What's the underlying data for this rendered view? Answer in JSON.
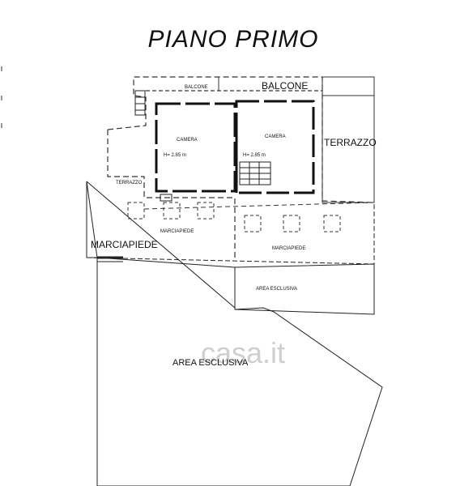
{
  "title": "PIANO PRIMO",
  "rooms": {
    "camera_left": "CAMERA",
    "camera_right": "CAMERA",
    "height_left": "H= 2.85 m",
    "height_right": "H= 2.85 m"
  },
  "outdoor": {
    "balcone_small": "BALCONE",
    "balcone_large": "BALCONE",
    "terrazzo_right": "TERRAZZO",
    "terrazzo_left": "TERRAZZO",
    "marciapiede_center": "MARCIAPIEDE",
    "marciapiede_right": "MARCIAPIEDE",
    "marciapiede_large": "MARCIAPIEDE",
    "area_esclusiva_small": "AREA ESCLUSIVA",
    "area_esclusiva_large": "AREA ESCLUSIVA"
  },
  "watermark": "casa.it"
}
